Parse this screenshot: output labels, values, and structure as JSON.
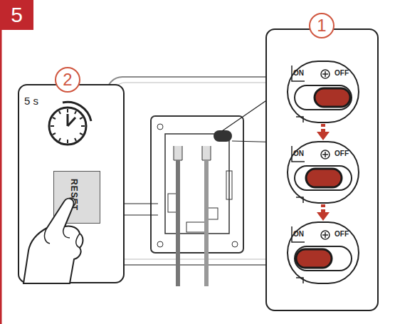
{
  "diagram": {
    "nodes": [
      {
        "text": [
          "5"
        ]
      },
      {
        "text": [
          "2",
          "5 s"
        ]
      },
      {
        "text": [
          "RESET"
        ],
        "in": 1
      },
      {
        "text": [
          "1"
        ]
      },
      {
        "text": [
          "ON",
          "OFF"
        ],
        "in": 3
      },
      {
        "text": [
          "ON",
          "OFF"
        ],
        "in": 3
      },
      {
        "text": [
          "ON",
          "OFF"
        ],
        "in": 3
      }
    ],
    "edges": [
      {
        "from": 4,
        "to": 5,
        "arrow": "to"
      },
      {
        "from": 5,
        "to": 6,
        "arrow": "to"
      }
    ]
  }
}
